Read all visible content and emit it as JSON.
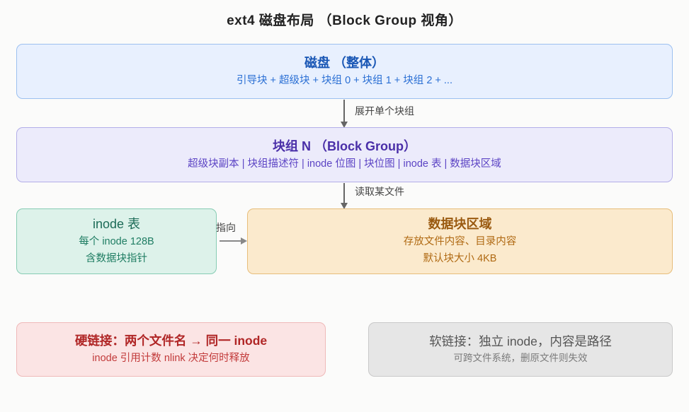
{
  "title": "ext4 磁盘布局 （Block Group 视角）",
  "nodes": {
    "disk": {
      "header": "磁盘 （整体）",
      "sub": "引导块 + 超级块 + 块组 0 + 块组 1 + 块组 2 + ..."
    },
    "block_group": {
      "header": "块组 N （Block Group）",
      "sub": "超级块副本 | 块组描述符 | inode 位图 | 块位图 | inode 表 | 数据块区域"
    },
    "inode_table": {
      "header": "inode 表",
      "sub1": "每个 inode 128B",
      "sub2": "含数据块指针"
    },
    "data_area": {
      "header": "数据块区域",
      "sub1": "存放文件内容、目录内容",
      "sub2": "默认块大小 4KB"
    },
    "hard_link": {
      "header": "硬链接：两个文件名 → 同一 inode",
      "sub": "inode 引用计数 nlink 决定何时释放"
    },
    "soft_link": {
      "header": "软链接：独立 inode，内容是路径",
      "sub": "可跨文件系统，删原文件则失效"
    }
  },
  "arrows": {
    "expand_group": "展开单个块组",
    "read_file": "读取某文件",
    "points_to": "指向"
  },
  "colors": {
    "background": "#fbfbfa",
    "disk_fill": "#e8f0fe",
    "disk_text": "#1a57b5",
    "block_group_fill": "#ecebfb",
    "block_group_text": "#4a2fa8",
    "inode_fill": "#ddf2ea",
    "inode_text": "#1c6b57",
    "data_fill": "#fbeacd",
    "data_text": "#9a5a10",
    "hard_link_fill": "#fbe4e4",
    "hard_link_text": "#b02626",
    "soft_link_fill": "#e6e6e6",
    "soft_link_text": "#555555"
  }
}
